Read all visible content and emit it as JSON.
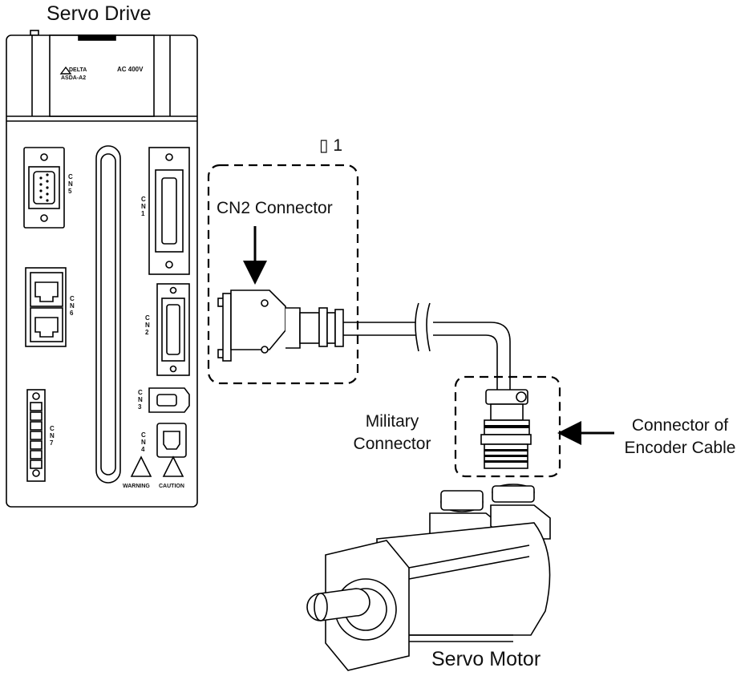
{
  "labels": {
    "servo_drive": "Servo Drive",
    "servo_motor": "Servo Motor",
    "note_marker": "▯ 1",
    "cn2_connector": "CN2 Connector",
    "military_line1": "Military",
    "military_line2": "Connector",
    "encoder_line1": "Connector of",
    "encoder_line2": "Encoder Cable"
  },
  "drive_panel": {
    "voltage_label": "AC 400V",
    "brand_label": "DELTA",
    "model_label": "ASDA-A2",
    "ports": [
      {
        "name": "CN5",
        "letters": [
          "C",
          "N",
          "5"
        ]
      },
      {
        "name": "CN1",
        "letters": [
          "C",
          "N",
          "1"
        ]
      },
      {
        "name": "CN6",
        "letters": [
          "C",
          "N",
          "6"
        ]
      },
      {
        "name": "CN2",
        "letters": [
          "C",
          "N",
          "2"
        ]
      },
      {
        "name": "CN3",
        "letters": [
          "C",
          "N",
          "3"
        ]
      },
      {
        "name": "CN7",
        "letters": [
          "C",
          "N",
          "7"
        ]
      },
      {
        "name": "CN4",
        "letters": [
          "C",
          "N",
          "4"
        ]
      }
    ],
    "warning_label": "WARNING",
    "caution_label": "CAUTION"
  }
}
